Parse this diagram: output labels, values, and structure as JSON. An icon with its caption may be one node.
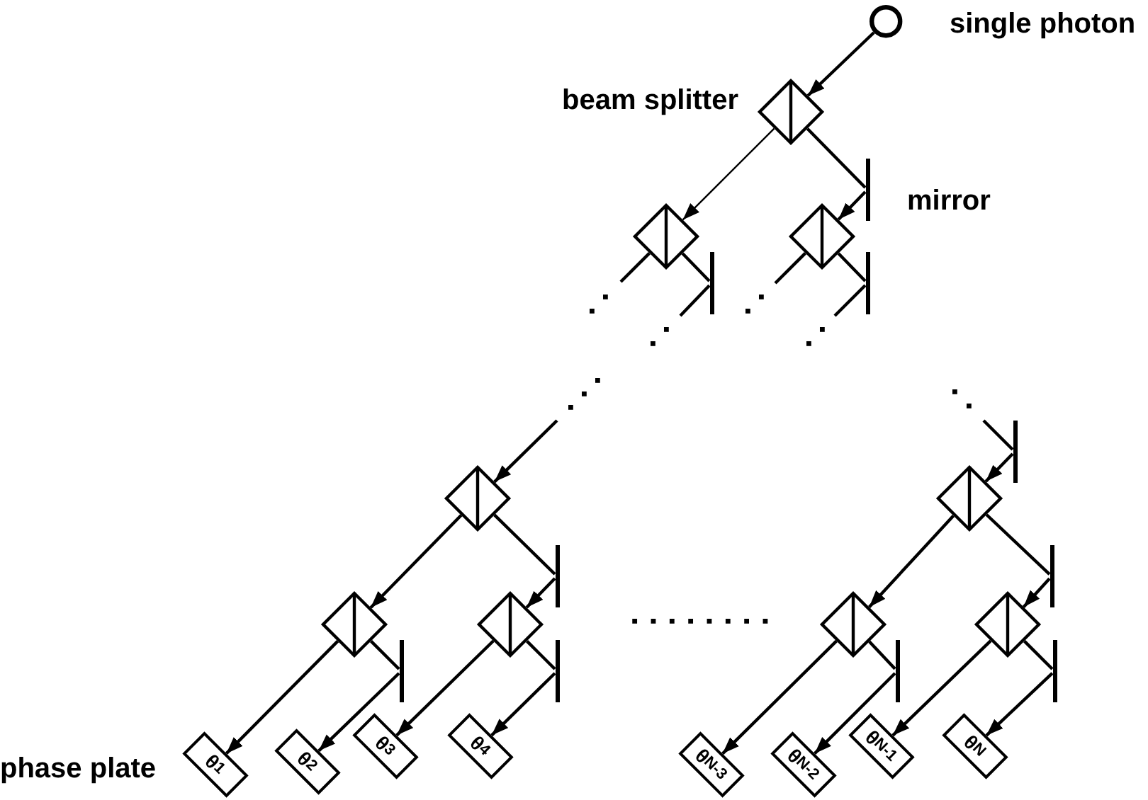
{
  "diagram": {
    "nodes": [
      {
        "text": [],
        "shape": "circle"
      },
      {
        "text": [],
        "shape": "diamond"
      },
      {
        "text": [],
        "shape": "bar"
      },
      {
        "text": [],
        "shape": "diamond"
      },
      {
        "text": [],
        "shape": "diamond"
      },
      {
        "text": [],
        "shape": "bar"
      },
      {
        "text": [],
        "shape": "bar"
      },
      {
        "text": [],
        "shape": "bar"
      },
      {
        "text": [],
        "shape": "diamond"
      },
      {
        "text": [],
        "shape": "diamond"
      },
      {
        "text": [],
        "shape": "bar"
      },
      {
        "text": [],
        "shape": "bar"
      },
      {
        "text": [],
        "shape": "diamond"
      },
      {
        "text": [],
        "shape": "diamond"
      },
      {
        "text": [],
        "shape": "diamond"
      },
      {
        "text": [],
        "shape": "diamond"
      },
      {
        "text": [],
        "shape": "bar"
      },
      {
        "text": [],
        "shape": "bar"
      },
      {
        "text": [],
        "shape": "bar"
      },
      {
        "text": [],
        "shape": "bar"
      },
      {
        "text": [
          "θ$_{1}$"
        ]
      },
      {
        "text": [
          "θ$_{2}$"
        ]
      },
      {
        "text": [
          "θ$_{3}$"
        ]
      },
      {
        "text": [
          "θ$_{4}$"
        ]
      },
      {
        "text": [
          "θ$_{N-3}$"
        ]
      },
      {
        "text": [
          "θ$_{N-2}$"
        ]
      },
      {
        "text": [
          "θ$_{N-1}$"
        ]
      },
      {
        "text": [
          "θ$_{N}$"
        ]
      }
    ],
    "edges": [
      {
        "from": 0,
        "to": 1,
        "arrow": "to"
      },
      {
        "from": 1,
        "to": 3,
        "arrow": "to"
      },
      {
        "from": 1,
        "to": 2,
        "arrow": "none"
      },
      {
        "from": 2,
        "to": 4,
        "arrow": "to"
      },
      {
        "from": 3,
        "to": null,
        "arrow": "none"
      },
      {
        "from": 3,
        "to": 5,
        "arrow": "none"
      },
      {
        "from": 5,
        "to": null,
        "arrow": "none"
      },
      {
        "from": 4,
        "to": null,
        "arrow": "none"
      },
      {
        "from": 4,
        "to": 6,
        "arrow": "none"
      },
      {
        "from": 6,
        "to": null,
        "arrow": "none"
      },
      {
        "from": null,
        "to": 8,
        "arrow": "to"
      },
      {
        "from": null,
        "to": 7,
        "arrow": "none"
      },
      {
        "from": 7,
        "to": 9,
        "arrow": "to"
      },
      {
        "from": 8,
        "to": 12,
        "arrow": "to"
      },
      {
        "from": 8,
        "to": 10,
        "arrow": "none"
      },
      {
        "from": 10,
        "to": 13,
        "arrow": "to"
      },
      {
        "from": 9,
        "to": 14,
        "arrow": "to"
      },
      {
        "from": 9,
        "to": 11,
        "arrow": "none"
      },
      {
        "from": 11,
        "to": 15,
        "arrow": "to"
      },
      {
        "from": 12,
        "to": 20,
        "arrow": "to"
      },
      {
        "from": 12,
        "to": 16,
        "arrow": "none"
      },
      {
        "from": 16,
        "to": 21,
        "arrow": "to"
      },
      {
        "from": 13,
        "to": 22,
        "arrow": "to"
      },
      {
        "from": 13,
        "to": 17,
        "arrow": "none"
      },
      {
        "from": 17,
        "to": 23,
        "arrow": "to"
      },
      {
        "from": 14,
        "to": 24,
        "arrow": "to"
      },
      {
        "from": 14,
        "to": 18,
        "arrow": "none"
      },
      {
        "from": 18,
        "to": 25,
        "arrow": "to"
      },
      {
        "from": 15,
        "to": 26,
        "arrow": "to"
      },
      {
        "from": 15,
        "to": 19,
        "arrow": "none"
      },
      {
        "from": 19,
        "to": 27,
        "arrow": "to"
      }
    ],
    "labels": [
      "single photon",
      "beam splitter",
      "mirror",
      "phase plate"
    ]
  }
}
